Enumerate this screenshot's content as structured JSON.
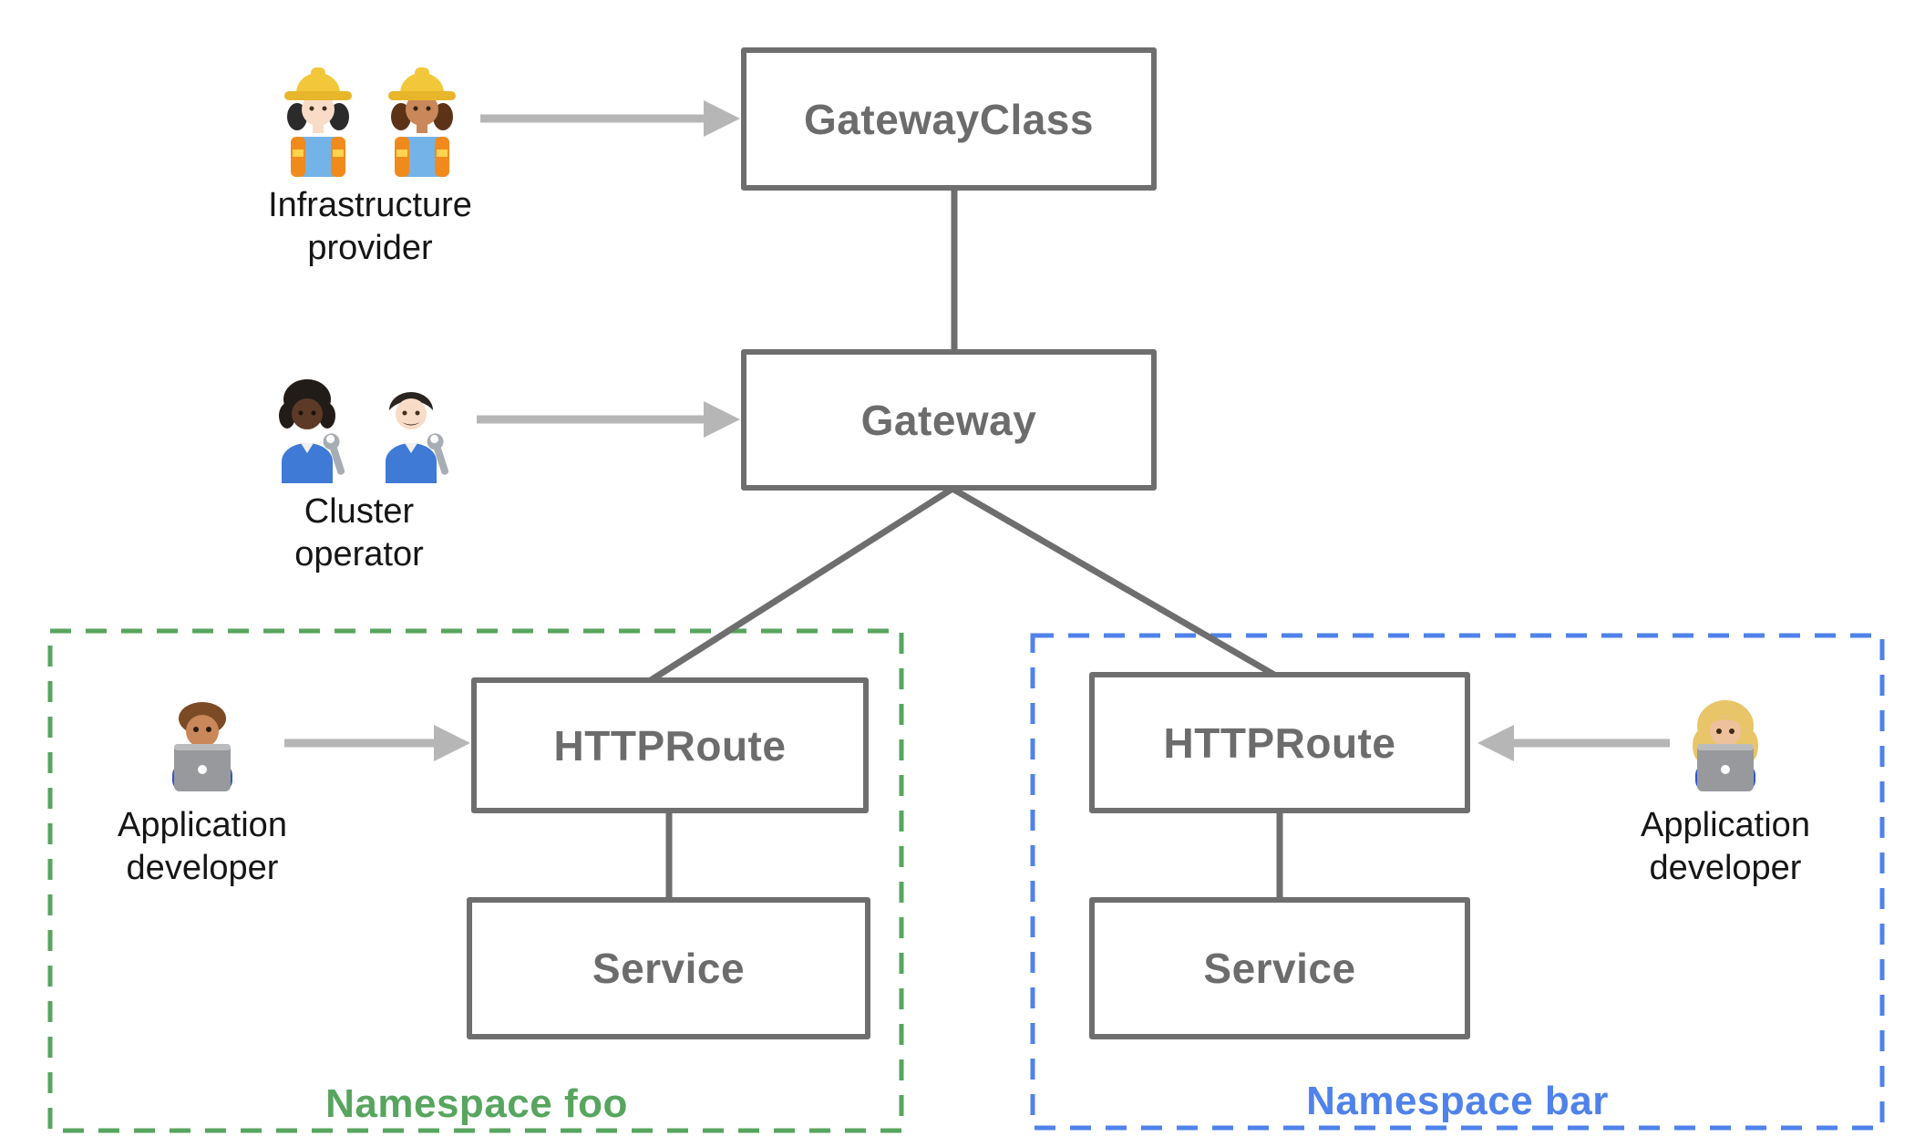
{
  "colors": {
    "background": "#ffffff",
    "box_border": "#6e6e6e",
    "box_text": "#6c6c6c",
    "connector": "#6e6e6e",
    "arrow": "#b6b6b6",
    "namespace_foo": "#57a55e",
    "namespace_bar": "#4f82ea",
    "persona_text": "#151515"
  },
  "nodes": {
    "gateway_class": {
      "label": "GatewayClass"
    },
    "gateway": {
      "label": "Gateway"
    },
    "httproute_foo": {
      "label": "HTTPRoute"
    },
    "service_foo": {
      "label": "Service"
    },
    "httproute_bar": {
      "label": "HTTPRoute"
    },
    "service_bar": {
      "label": "Service"
    }
  },
  "personas": {
    "infrastructure_provider": {
      "line1": "Infrastructure",
      "line2": "provider",
      "icons": [
        "woman-construction-worker-light-skin-icon",
        "woman-construction-worker-medium-skin-icon"
      ]
    },
    "cluster_operator": {
      "line1": "Cluster",
      "line2": "operator",
      "icons": [
        "person-mechanic-dark-skin-icon",
        "man-mechanic-light-skin-icon"
      ]
    },
    "application_developer_foo": {
      "line1": "Application",
      "line2": "developer",
      "icons": [
        "man-technologist-medium-skin-icon"
      ]
    },
    "application_developer_bar": {
      "line1": "Application",
      "line2": "developer",
      "icons": [
        "woman-technologist-light-skin-icon"
      ]
    }
  },
  "namespaces": {
    "foo": {
      "label": "Namespace foo"
    },
    "bar": {
      "label": "Namespace bar"
    }
  }
}
